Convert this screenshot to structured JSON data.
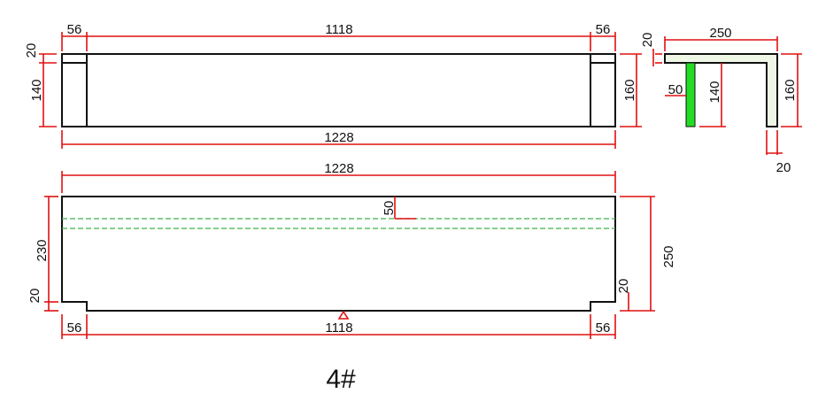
{
  "top_view": {
    "dim_left_end": "56",
    "dim_middle": "1118",
    "dim_right_end": "56",
    "dim_top_thickness": "20",
    "dim_inner_height": "140",
    "dim_total_height": "160",
    "dim_total_length": "1228"
  },
  "section": {
    "dim_width": "250",
    "dim_top": "20",
    "dim_offset": "50",
    "dim_inner_height": "140",
    "dim_height": "160",
    "dim_wall": "20"
  },
  "plan_view": {
    "dim_total_length": "1228",
    "dim_groove": "50",
    "dim_inner_width": "230",
    "dim_total_width": "250",
    "dim_left_notch": "20",
    "dim_right_notch": "20",
    "dim_left_end": "56",
    "dim_middle": "1118",
    "dim_right_end": "56"
  },
  "label": "4#",
  "colors": {
    "dimension": "#e01010",
    "outline": "#111111",
    "hidden": "#3bb44a",
    "fill": "#22dd22"
  }
}
